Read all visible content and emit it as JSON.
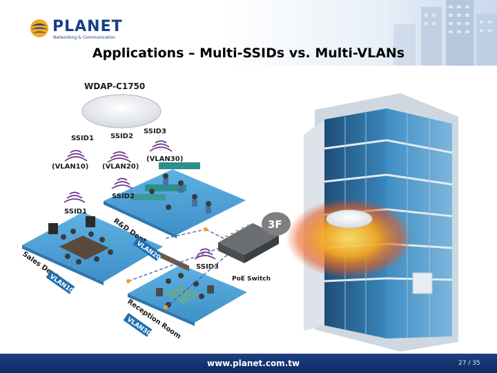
{
  "header": {
    "logo_wordmark": "PLANET",
    "logo_tagline": "Networking & Communication",
    "title": "Applications – Multi-SSIDs vs. Multi-VLANs"
  },
  "diagram": {
    "device_label": "WDAP-C1750",
    "ssids": [
      {
        "ssid": "SSID1",
        "vlan": "(VLAN10)"
      },
      {
        "ssid": "SSID2",
        "vlan": "(VLAN20)"
      },
      {
        "ssid": "SSID3",
        "vlan": "(VLAN30)"
      }
    ],
    "floor_ssid_labels": {
      "rd": "SSID2",
      "sales": "SSID1",
      "reception": "SSID3"
    },
    "departments": {
      "rd": {
        "name": "R&D Dept.",
        "vlan": "VLAN20"
      },
      "sales": {
        "name": "Sales Dept.",
        "vlan": "VLAN10"
      },
      "reception": {
        "name": "Reception Room",
        "vlan": "VLAN30"
      }
    },
    "switch_label": "PoE Switch",
    "floor_badge": "3F",
    "colors": {
      "floor": "#4a9fd4",
      "badge": "#7f7f7f",
      "glow": "#f5a623",
      "building_glass": "#2f6f9f"
    }
  },
  "footer": {
    "url": "www.planet.com.tw",
    "page": "27 / 35"
  }
}
